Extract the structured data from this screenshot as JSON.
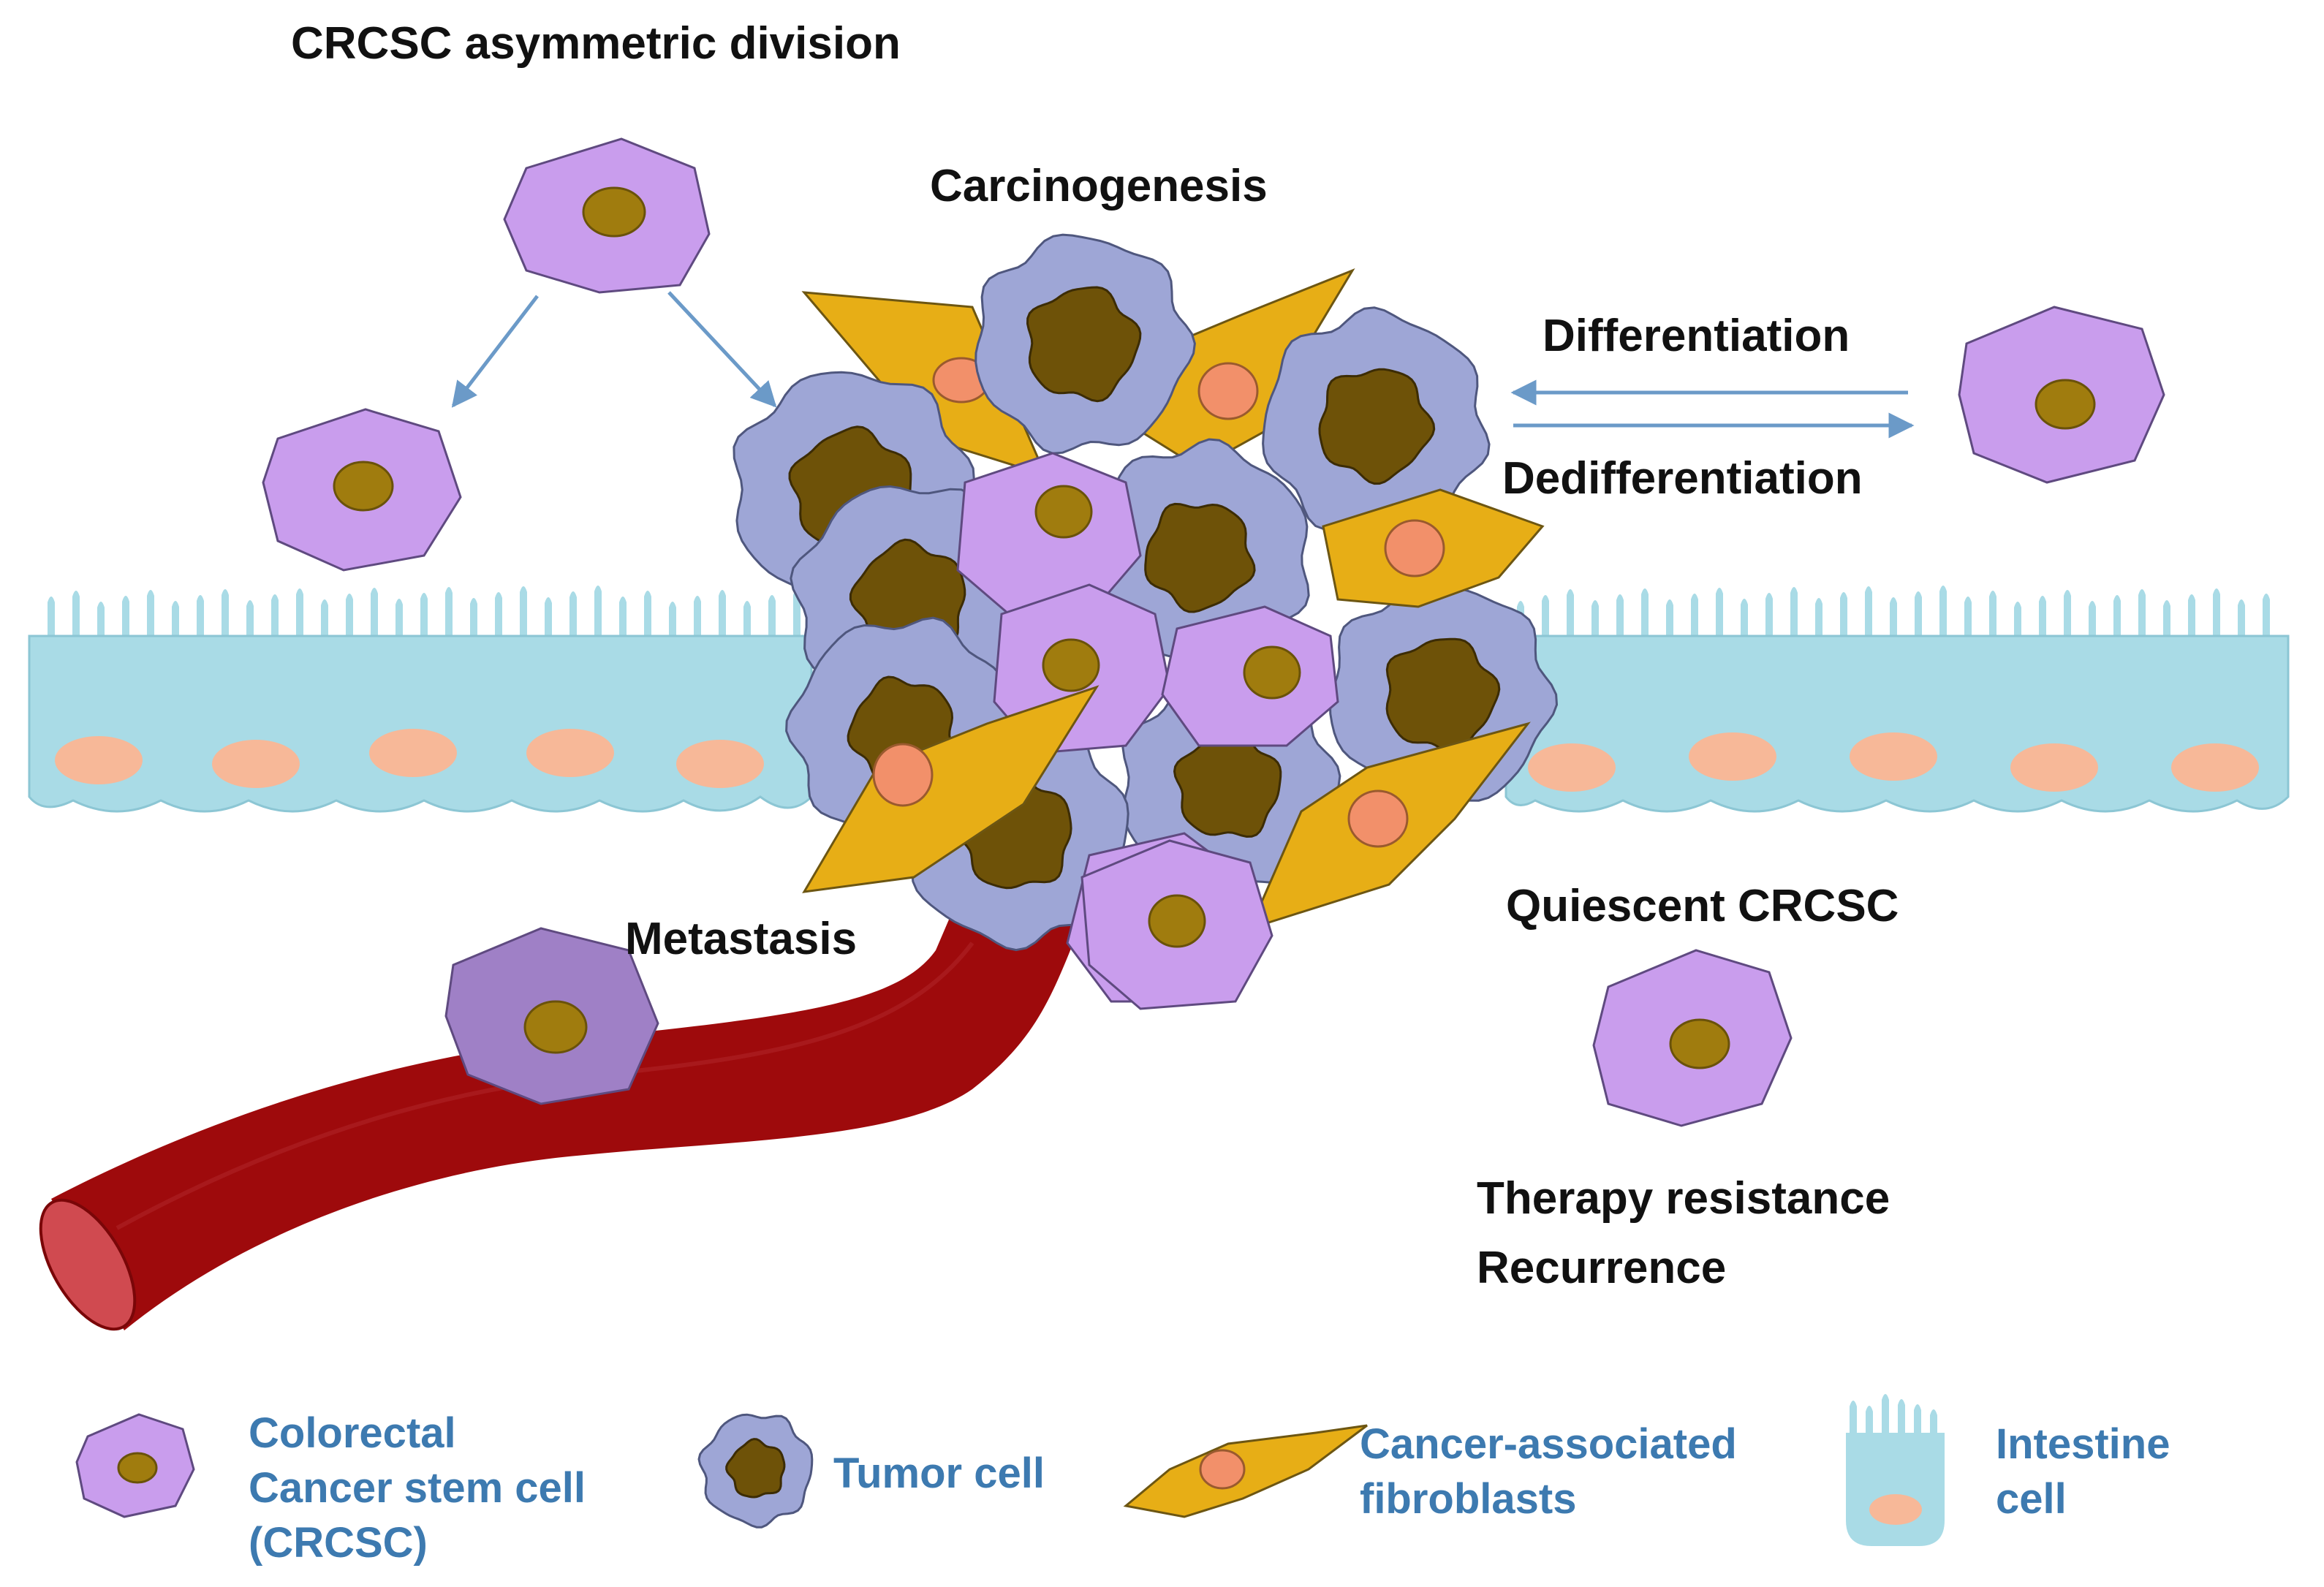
{
  "labels": {
    "asymmetric": "CRCSC asymmetric division",
    "carcinogenesis": "Carcinogenesis",
    "differentiation": "Differentiation",
    "dedifferentiation": "Dedifferentiation",
    "metastasis": "Metastasis",
    "quiescent": "Quiescent CRCSC",
    "therapy": "Therapy resistance",
    "recurrence": "Recurrence"
  },
  "legend": {
    "crcsc": [
      "Colorectal",
      "Cancer stem cell",
      "(CRCSC)"
    ],
    "tumor": "Tumor cell",
    "caf": [
      "Cancer-associated",
      "fibroblasts"
    ],
    "intestine": [
      "Intestine",
      "cell"
    ]
  },
  "colors": {
    "stem_cell": "#c99ded",
    "stem_nucleus": "#a07c0e",
    "tumor_cell": "#9ea6d6",
    "tumor_nucleus": "#6e5208",
    "fibroblast": "#e7ae16",
    "fibroblast_nucleus": "#f2906a",
    "intestine": "#a9dbe6",
    "intestine_nucleus": "#f7b898",
    "vessel": "#9e0a0c",
    "vessel_end": "#d04a50",
    "arrow": "#6b9ac8",
    "legend_text": "#3d7ab0",
    "metastatic_cell": "#9f80c6"
  }
}
